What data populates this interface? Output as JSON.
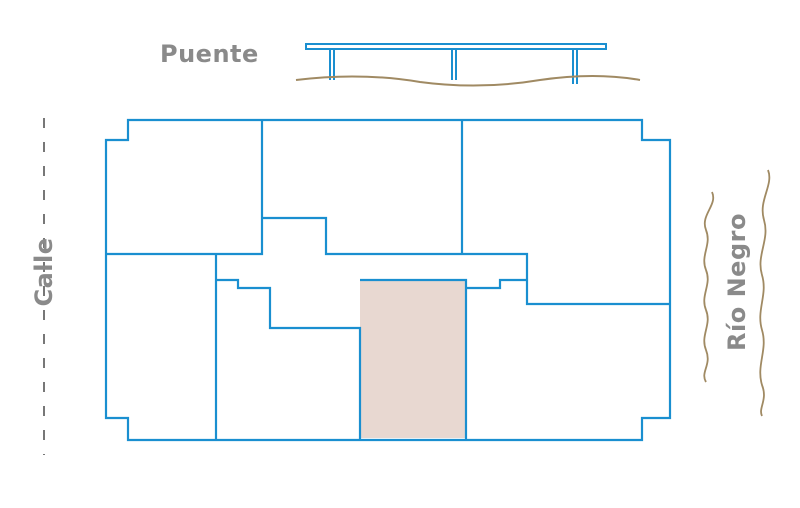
{
  "labels": {
    "bridge": "Puente",
    "street": "Calle",
    "river": "Río Negro"
  },
  "colors": {
    "wall": "#1a8fd0",
    "highlight": "#e8d8d1",
    "river": "#a08a63",
    "label": "#8a8a8a",
    "street_dash": "#777777"
  }
}
